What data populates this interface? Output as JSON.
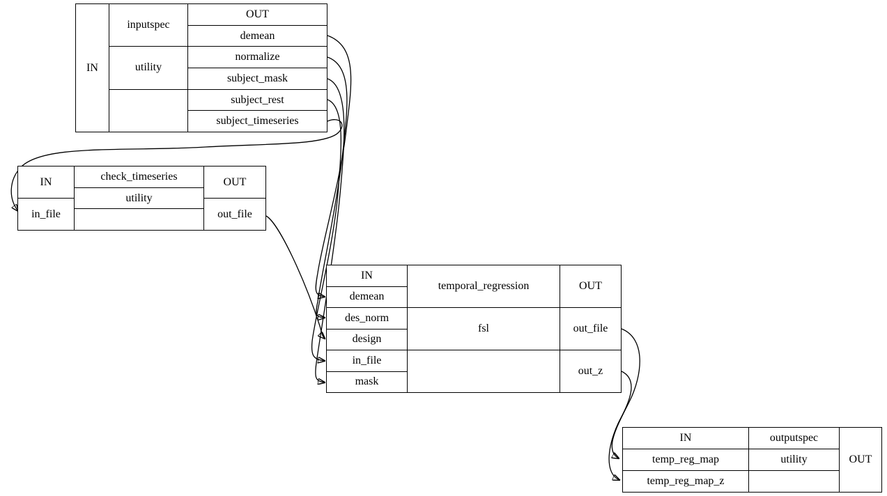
{
  "nodes": [
    {
      "id": "inputspec",
      "title": "inputspec",
      "type": "utility",
      "in_header": "IN",
      "out_header": "OUT",
      "inputs": [],
      "outputs": [
        "demean",
        "normalize",
        "subject_mask",
        "subject_rest",
        "subject_timeseries"
      ]
    },
    {
      "id": "check_timeseries",
      "title": "check_timeseries",
      "type": "utility",
      "in_header": "IN",
      "out_header": "OUT",
      "inputs": [
        "in_file"
      ],
      "outputs": [
        "out_file"
      ]
    },
    {
      "id": "temporal_regression",
      "title": "temporal_regression",
      "type": "fsl",
      "in_header": "IN",
      "out_header": "OUT",
      "inputs": [
        "demean",
        "des_norm",
        "design",
        "in_file",
        "mask"
      ],
      "outputs": [
        "out_file",
        "out_z"
      ]
    },
    {
      "id": "outputspec",
      "title": "outputspec",
      "type": "utility",
      "in_header": "IN",
      "out_header": "OUT",
      "inputs": [
        "temp_reg_map",
        "temp_reg_map_z"
      ],
      "outputs": []
    }
  ],
  "edges": [
    {
      "from": "inputspec.subject_timeseries",
      "to": "check_timeseries.in_file"
    },
    {
      "from": "inputspec.demean",
      "to": "temporal_regression.demean"
    },
    {
      "from": "inputspec.normalize",
      "to": "temporal_regression.des_norm"
    },
    {
      "from": "inputspec.subject_mask",
      "to": "temporal_regression.mask"
    },
    {
      "from": "inputspec.subject_rest",
      "to": "temporal_regression.in_file"
    },
    {
      "from": "check_timeseries.out_file",
      "to": "temporal_regression.design"
    },
    {
      "from": "temporal_regression.out_file",
      "to": "outputspec.temp_reg_map"
    },
    {
      "from": "temporal_regression.out_z",
      "to": "outputspec.temp_reg_map_z"
    }
  ],
  "colors": {
    "line": "#000000",
    "background": "#ffffff"
  }
}
